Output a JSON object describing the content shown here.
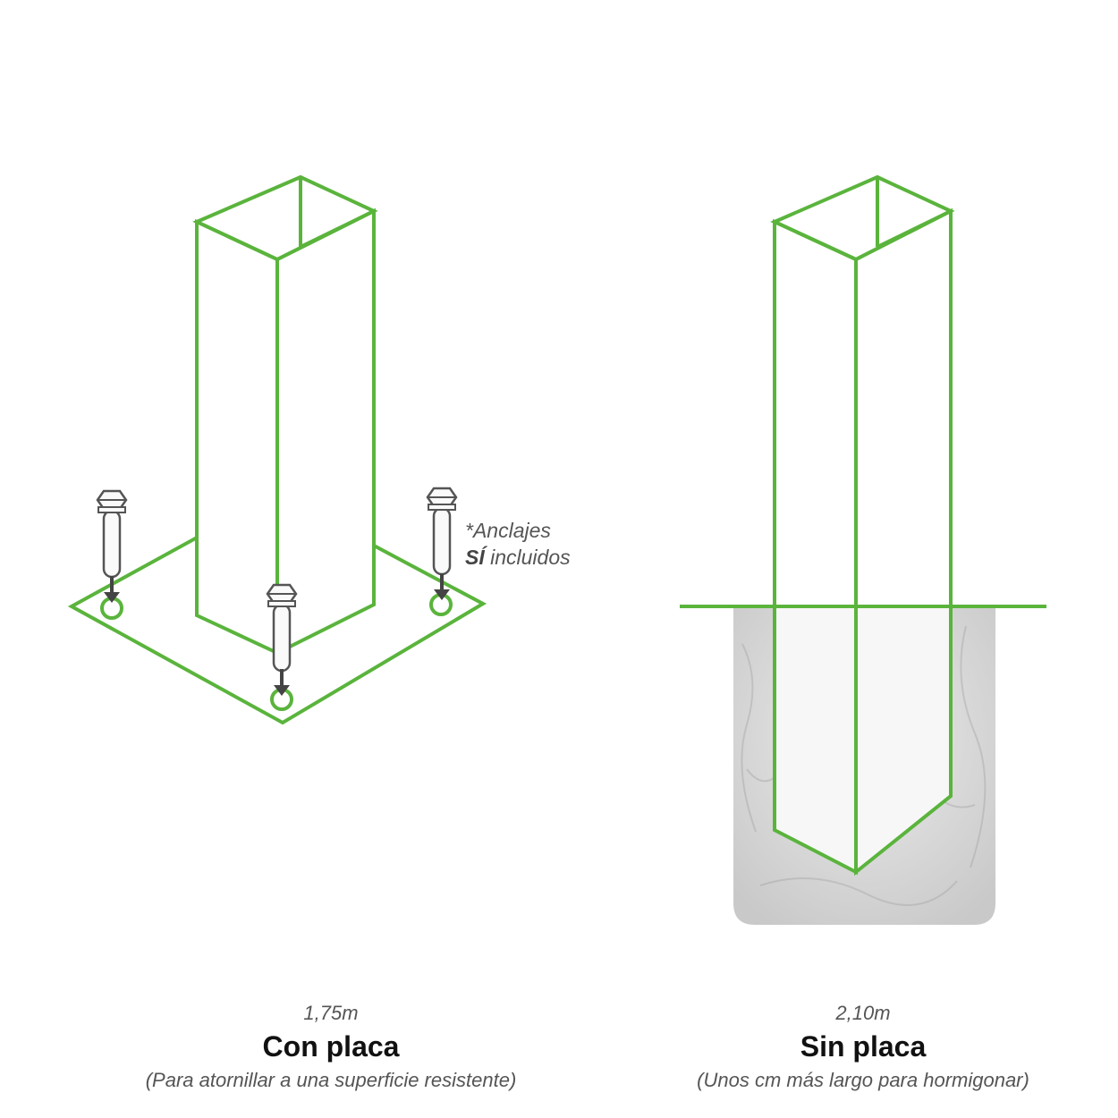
{
  "colors": {
    "outline": "#5ab43c",
    "bolt": "#555555",
    "concrete": "#d4d4d4",
    "concrete_light": "#f4f4f4"
  },
  "left": {
    "length": "1,75m",
    "title": "Con placa",
    "subtitle": "(Para atornillar a una superficie resistente)",
    "note_line1": "*Anclajes",
    "note_bold": "SÍ",
    "note_rest": "incluidos"
  },
  "right": {
    "length": "2,10m",
    "title": "Sin placa",
    "subtitle": "(Unos cm más largo para hormigonar)"
  }
}
